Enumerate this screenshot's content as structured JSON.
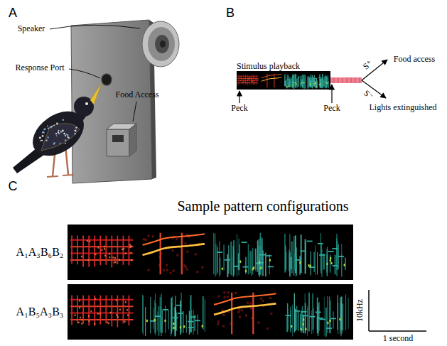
{
  "diagram": {
    "nodes": [
      {
        "text": [
          "Stimulus playback"
        ]
      }
    ],
    "labels": [
      "A",
      "B",
      "C",
      "Speaker",
      "Response Port",
      "Food Access",
      "Peck",
      "Peck",
      "Food access",
      "Lights extinguished",
      "S⁺",
      "S⁻",
      "Sample pattern configurations",
      "A₁A₃B₆B₂",
      "A₁B₅A₃B₃",
      "10kHz",
      "1 second"
    ]
  }
}
